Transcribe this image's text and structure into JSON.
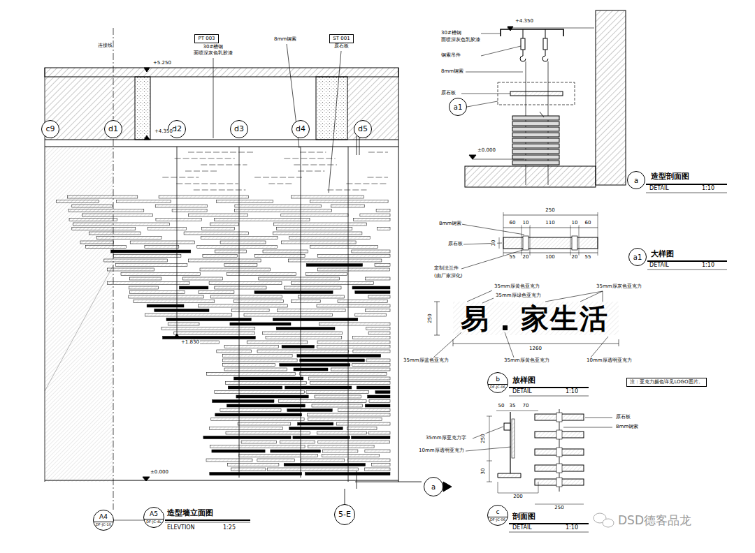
{
  "diagram": {
    "nodes": [
      {
        "text": [
          "c9"
        ]
      },
      {
        "text": [
          "d1"
        ]
      },
      {
        "text": [
          "d2"
        ]
      },
      {
        "text": [
          "d3"
        ]
      },
      {
        "text": [
          "d4"
        ]
      },
      {
        "text": [
          "d5"
        ]
      },
      {
        "text": [
          "PT 003"
        ]
      },
      {
        "text": [
          "ST 001"
        ]
      },
      {
        "text": [
          "A4",
          "DF-JC-10"
        ]
      },
      {
        "text": [
          "A5",
          "DF-JC-4L"
        ]
      },
      {
        "text": [
          "5-E"
        ]
      },
      {
        "text": [
          "a"
        ]
      },
      {
        "text": [
          "a1"
        ]
      },
      {
        "text": [
          "a"
        ]
      },
      {
        "text": [
          "a1"
        ]
      },
      {
        "text": [
          "b",
          "DF-JC-06"
        ]
      },
      {
        "text": [
          "注：亚克力颜色详见LOGO图片。"
        ]
      },
      {
        "text": [
          "c",
          "DF-JC-06"
        ]
      }
    ],
    "labels": [
      "连接线",
      "30#槽钢",
      "面喷深灰色乳胶漆",
      "8mm钢索",
      "原石板",
      "+5.250",
      "+4.350",
      "+1.830",
      "±0.000",
      "造型墙立面图",
      "ELEVTION",
      "1:25",
      "+4.350",
      "30#槽钢",
      "面喷深灰色乳胶漆",
      "钢索吊件",
      "8mm钢索",
      "原石板",
      "±0.000",
      "造型剖面图",
      "DETAIL",
      "1:10",
      "250",
      "8mm钢索",
      "60",
      "10",
      "110",
      "10",
      "60",
      "30",
      "原石板",
      "55",
      "20",
      "100",
      "20",
      "55",
      "定制法兰件",
      "(由厂家深化)",
      "大样图",
      "DETAIL",
      "1:10",
      "35mm厚黄色亚克力",
      "35mm厚绿色亚克力",
      "35mm厚灰色亚克力",
      "易",
      "家生活",
      "250",
      "1260",
      "35mm厚蓝色亚克力",
      "35mm厚黄色亚克力",
      "10mm厚透明亚克力",
      "放样图",
      "DETAIL",
      "1:10",
      "50",
      "35",
      "70",
      "35mm厚亚克力字",
      "10mm厚透明亚克力",
      "250",
      "30",
      "200",
      "250",
      "原石板",
      "8mm钢索",
      "剖面图",
      "DETAIL",
      "1:10",
      "DSD德客品龙"
    ]
  }
}
